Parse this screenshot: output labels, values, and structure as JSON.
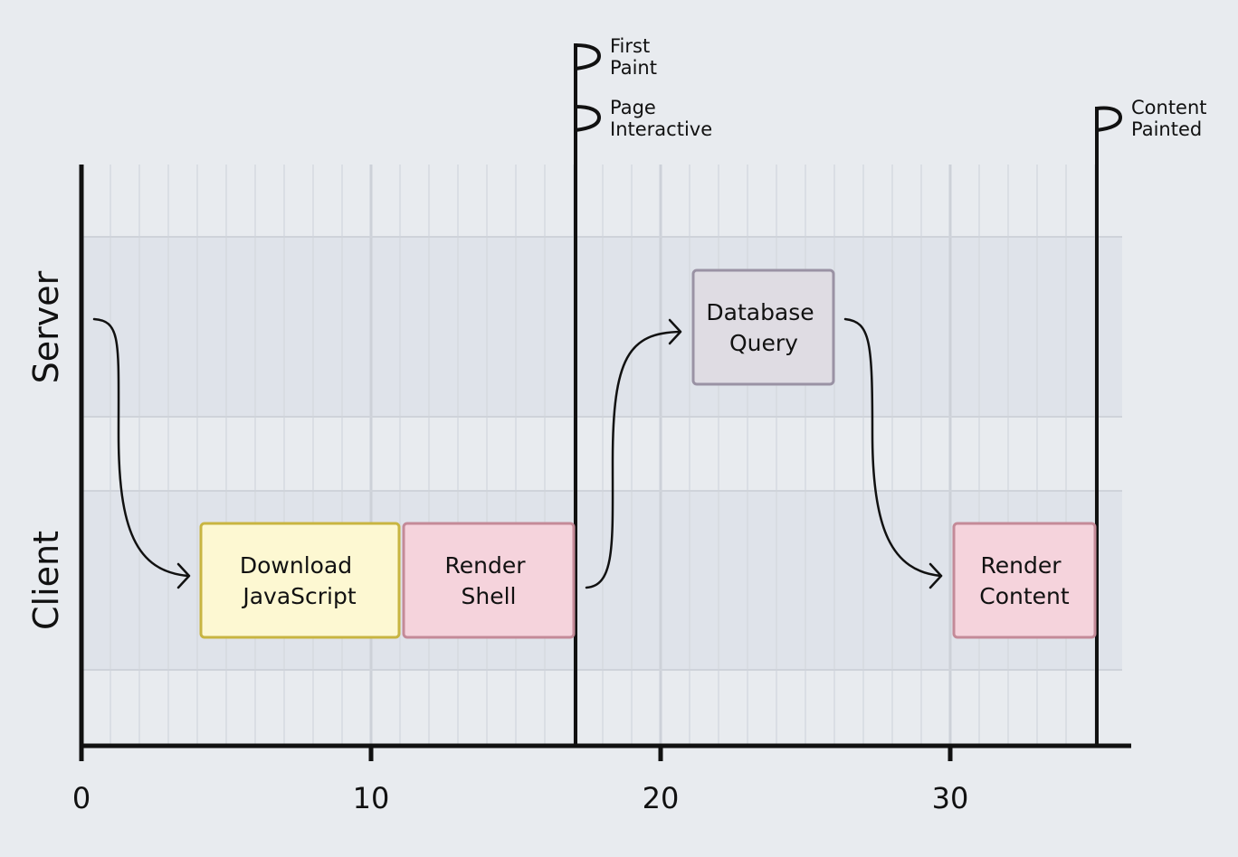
{
  "lanes": {
    "server": "Server",
    "client": "Client"
  },
  "axis": {
    "ticks": [
      "0",
      "10",
      "20",
      "30"
    ]
  },
  "milestones": {
    "first_paint": [
      "First",
      "Paint"
    ],
    "page_interactive": [
      "Page",
      "Interactive"
    ],
    "content_painted": [
      "Content",
      "Painted"
    ]
  },
  "tasks": {
    "download_js": [
      "Download",
      "JavaScript"
    ],
    "render_shell": [
      "Render",
      "Shell"
    ],
    "database_query": [
      "Database",
      "Query"
    ],
    "render_content": [
      "Render",
      "Content"
    ]
  },
  "colors": {
    "background": "#e8ebef",
    "lane_band": "#dfe3ea",
    "grid_line": "#d3d7de",
    "axis": "#111111",
    "download_fill": "#fdf8d2",
    "download_stroke": "#c8b541",
    "render_fill": "#f5d3dc",
    "render_stroke": "#c48a98",
    "query_fill": "#dfdce3",
    "query_stroke": "#9a92a4"
  }
}
